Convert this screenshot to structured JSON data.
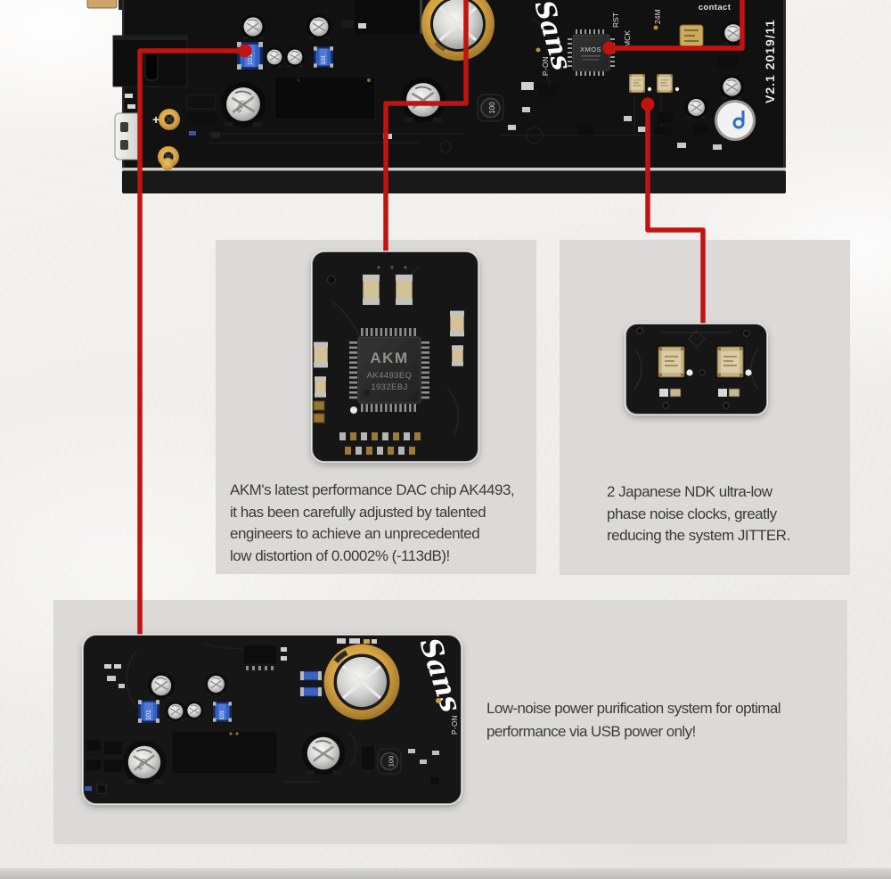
{
  "colors": {
    "accent_red": "#c31310",
    "panel_gray": "#dbdad8",
    "paper": "#efeeec"
  },
  "board_photo": {
    "brand_script": "Sans",
    "version_label": "V2.1 2019/11",
    "labels": {
      "contact": "contact",
      "rst": "RST",
      "mck": "MCK",
      "clock_24m": "24M",
      "power_on": "P-ON"
    },
    "usb_chip": "XMOS",
    "values": {
      "trimmer": "101",
      "inductor": "100",
      "cap": "470"
    }
  },
  "akm_callout": {
    "chip": {
      "brand": "AKM",
      "part": "AK4493EQ",
      "lot": "1932EBJ"
    },
    "caption_lines": [
      "AKM's latest performance DAC chip AK4493,",
      "it has been carefully adjusted by talented",
      "engineers to achieve an unprecedented",
      "low distortion of 0.0002% (-113dB)!"
    ]
  },
  "clock_callout": {
    "caption_lines": [
      "2 Japanese NDK ultra-low",
      "phase noise clocks, greatly",
      "reducing the system JITTER."
    ]
  },
  "power_callout": {
    "brand_script": "Sans",
    "power_on": "P-ON",
    "values": {
      "trimmer": "101",
      "inductor": "100",
      "cap": "470"
    },
    "caption_lines": [
      "Low-noise power purification system for optimal",
      "performance via USB power only!"
    ]
  }
}
